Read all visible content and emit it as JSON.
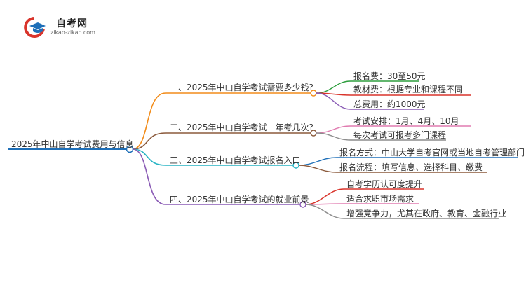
{
  "logo": {
    "title": "自考网",
    "subtitle": "zikao-zikao.com"
  },
  "root": {
    "label": "2025年中山自学考试费用与信息",
    "color": "#1e6fb8"
  },
  "branches": [
    {
      "label": "一、2025年中山自学考试需要多少钱?",
      "color": "#f28c1a",
      "children": [
        {
          "label": "报名费：30至50元",
          "color": "#2e9e3e"
        },
        {
          "label": "教材费：根据专业和课程不同",
          "color": "#d9342b"
        },
        {
          "label": "总费用：约1000元",
          "color": "#8a5bb5"
        }
      ]
    },
    {
      "label": "二、2025年中山自学考试一年考几次?",
      "color": "#8b5a3c",
      "children": [
        {
          "label": "考试安排：1月、4月、10月",
          "color": "#e07bb0"
        },
        {
          "label": "每次考试可报考多门课程",
          "color": "#8c8c8c"
        }
      ]
    },
    {
      "label": "三、2025年中山自学考试报名入口",
      "color": "#26b3c4",
      "children": [
        {
          "label": "报名方式：中山大学自考官网或当地自考管理部门",
          "color": "#1e6fb8"
        },
        {
          "label": "报名流程：填写信息、选择科目、缴费",
          "color": "#8b5a3c"
        }
      ]
    },
    {
      "label": "四、2025年中山自学考试的就业前景",
      "color": "#8a5bb5",
      "children": [
        {
          "label": "自考学历认可度提升",
          "color": "#d9342b"
        },
        {
          "label": "适合求职市场需求",
          "color": "#e07bb0"
        },
        {
          "label": "增强竞争力，尤其在政府、教育、金融行业",
          "color": "#8c8c8c"
        }
      ]
    }
  ]
}
